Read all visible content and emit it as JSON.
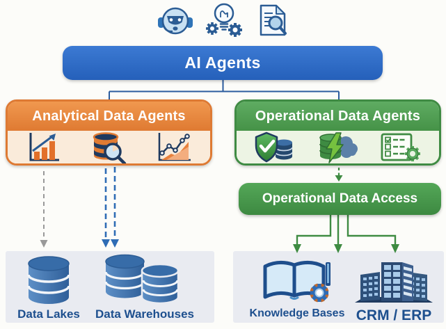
{
  "root": {
    "label": "AI Agents"
  },
  "branches": {
    "analytical": {
      "title": "Analytical Data Agents",
      "icons": [
        {
          "name": "bar-chart-growth-icon"
        },
        {
          "name": "database-search-icon"
        },
        {
          "name": "trend-area-chart-icon"
        }
      ]
    },
    "operational": {
      "title": "Operational Data Agents",
      "icons": [
        {
          "name": "shield-check-database-icon"
        },
        {
          "name": "database-lightning-cloud-icon"
        },
        {
          "name": "checklist-gear-icon"
        }
      ]
    }
  },
  "access": {
    "label": "Operational Data Access"
  },
  "stores": {
    "analytical": [
      {
        "label": "Data Lakes",
        "icon": "database-stack-icon"
      },
      {
        "label": "Data Warehouses",
        "icon": "database-double-stack-icon"
      }
    ],
    "operational": [
      {
        "label": "Knowledge Bases",
        "icon": "open-book-gear-icon"
      },
      {
        "label": "CRM / ERP",
        "icon": "office-buildings-icon"
      }
    ]
  },
  "top_icons": [
    {
      "name": "robot-assistant-icon"
    },
    {
      "name": "idea-gears-icon"
    },
    {
      "name": "document-search-icon"
    }
  ],
  "colors": {
    "root_blue": "#2E6BC4",
    "analytical_orange": "#E07B33",
    "analytical_body_bg": "#FAEBDA",
    "operational_green": "#3F8B43",
    "operational_body_bg": "#EDF4E4",
    "store_panel_bg": "#E9EBF1",
    "store_label_navy": "#1D4F8E",
    "connector_navy": "#2B5C9E",
    "arrow_gray": "#999999",
    "arrow_blue": "#2E6CB5",
    "arrow_green": "#3E8B42"
  }
}
